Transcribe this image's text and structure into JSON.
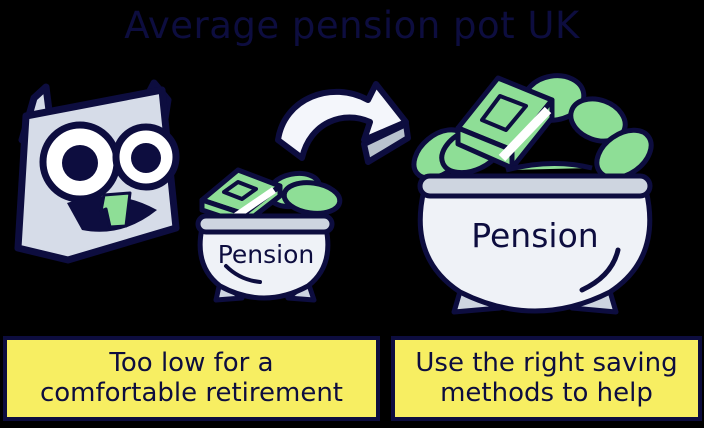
{
  "header": {
    "title": "Average pension pot UK",
    "title_color": "#0d0d3f"
  },
  "background_color": "#000000",
  "illustration": {
    "character": {
      "name": "surprised-owl-character",
      "body_color": "#d6dce8",
      "outline_color": "#0d0d3f",
      "eye_white": "#ffffff",
      "tongue_color": "#8ede96"
    },
    "arrow": {
      "name": "growth-arrow",
      "fill": "#f4f6fb",
      "shadow": "#b9c2ce",
      "direction": "right"
    },
    "pot_small": {
      "label": "Pension",
      "body_color": "#eff2f7",
      "rim_color": "#ced5e0",
      "money_color": "#8ede96",
      "size": "small"
    },
    "pot_large": {
      "label": "Pension",
      "body_color": "#eff2f7",
      "rim_color": "#ced5e0",
      "money_color": "#8ede96",
      "size": "large"
    }
  },
  "captions": {
    "left": {
      "line1": "Too low for a",
      "line2": "comfortable retirement",
      "background": "#f7ee62",
      "text_color": "#0d0d3f"
    },
    "right": {
      "line1": "Use the right saving",
      "line2": "methods to help",
      "background": "#f7ee62",
      "text_color": "#0d0d3f"
    }
  }
}
